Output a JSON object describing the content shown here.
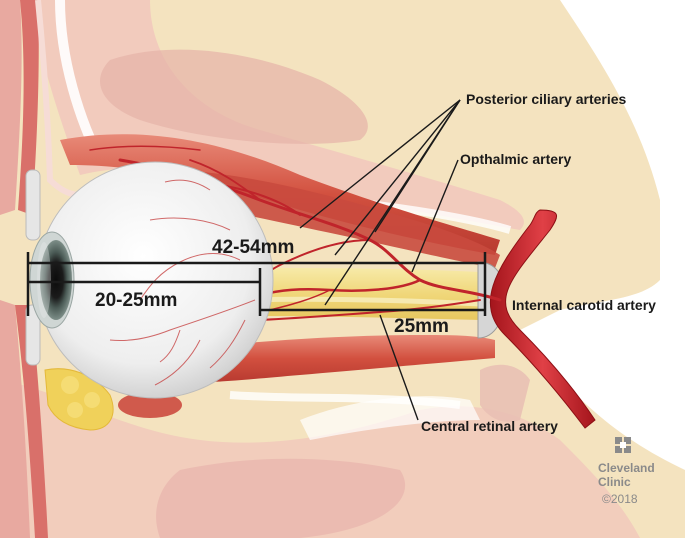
{
  "labels": {
    "posterior_ciliary": "Posterior ciliary arteries",
    "ophthalmic": "Opthalmic artery",
    "internal_carotid": "Internal carotid artery",
    "central_retinal": "Central retinal artery"
  },
  "measurements": {
    "total_length": "42-54mm",
    "eye_length": "20-25mm",
    "nerve_length": "25mm"
  },
  "logo": {
    "line1": "Cleveland",
    "line2": "Clinic",
    "copyright": "©2018"
  },
  "colors": {
    "bone": "#f4e3bf",
    "tissue": "#f0b9b0",
    "muscle": "#d8574a",
    "artery": "#c4242b",
    "nerve": "#f2dc8c",
    "sclera": "#f4f4f4"
  }
}
